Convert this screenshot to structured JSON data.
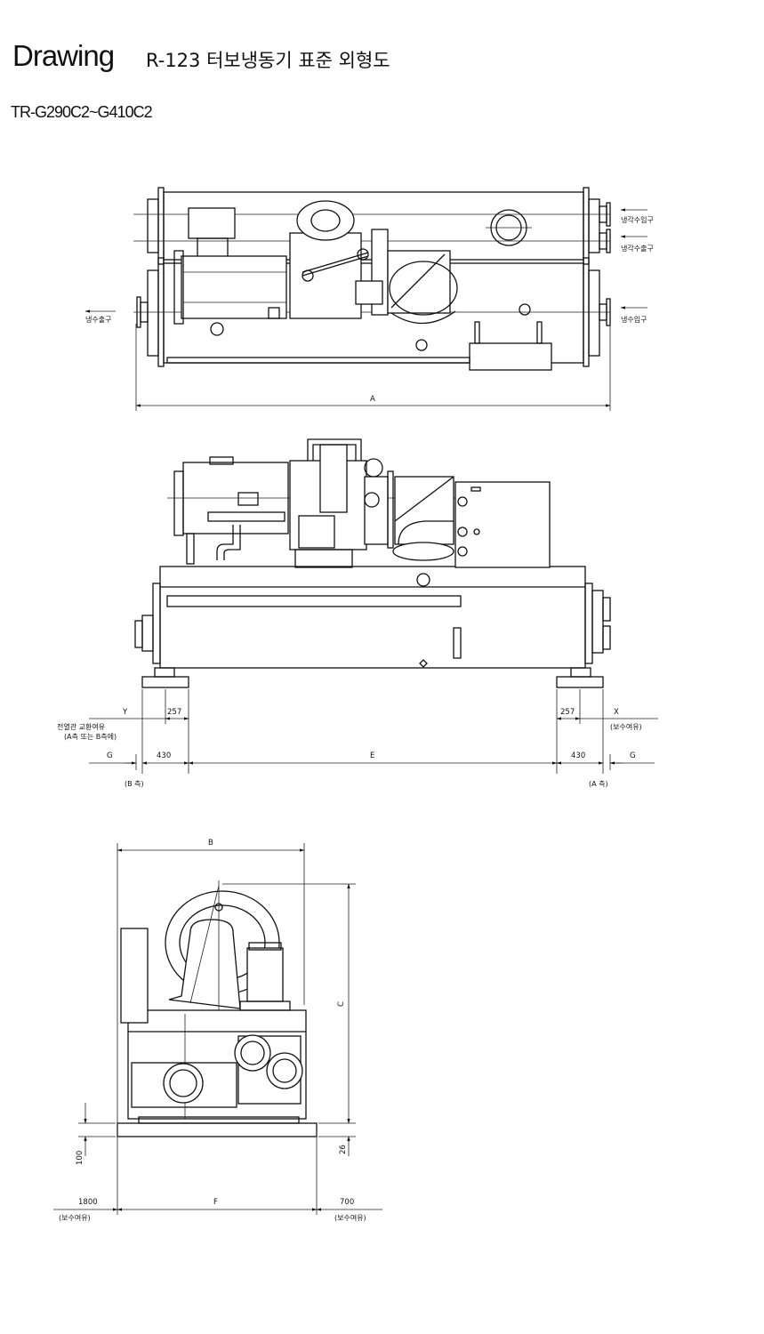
{
  "header": {
    "drawing_label": "Drawing",
    "title": "R-123 터보냉동기 표준 외형도",
    "model": "TR-G290C2~G410C2"
  },
  "top_view": {
    "label_cooling_water_inlet": "냉각수입구",
    "label_cooling_water_outlet": "냉각수출구",
    "label_chilled_water_outlet": "냉수출구",
    "label_chilled_water_inlet": "냉수입구",
    "dim_a": "A"
  },
  "front_view": {
    "dim_y": "Y",
    "dim_x": "X",
    "dim_257_left": "257",
    "dim_257_right": "257",
    "note_tube_replace_1": "전열관 교환여유",
    "note_tube_replace_2": "(A측 또는 B측에)",
    "note_maintenance_right": "(보수여유)",
    "dim_g_left": "G",
    "dim_g_right": "G",
    "dim_430_left": "430",
    "dim_430_right": "430",
    "dim_e": "E",
    "side_b": "(B 측)",
    "side_a": "(A 측)"
  },
  "side_view": {
    "dim_b": "B",
    "dim_c": "C",
    "dim_100": "100",
    "dim_26": "26",
    "dim_1800": "1800",
    "dim_f": "F",
    "dim_700": "700",
    "note_maintenance_left": "(보수여유)",
    "note_maintenance_right": "(보수여유)"
  }
}
